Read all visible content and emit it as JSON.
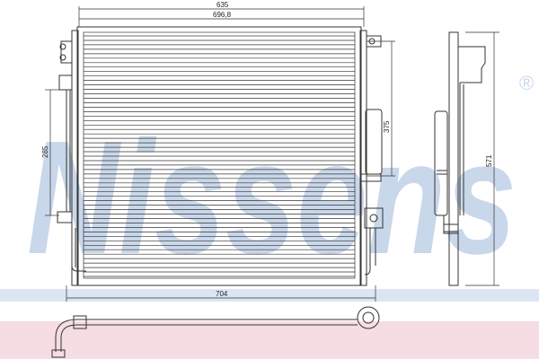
{
  "watermark": {
    "text": "Nissens",
    "registered_mark": "®"
  },
  "dimensions": {
    "top_outer": "635",
    "top_inner": "696,8",
    "right_height": "375",
    "left_height": "285",
    "side_height": "571",
    "bottom_width": "704"
  },
  "colors": {
    "line": "#333333",
    "watermark": "#c9d7ea",
    "band_blue": "#dce6f2",
    "band_pink": "#f6dde3"
  }
}
